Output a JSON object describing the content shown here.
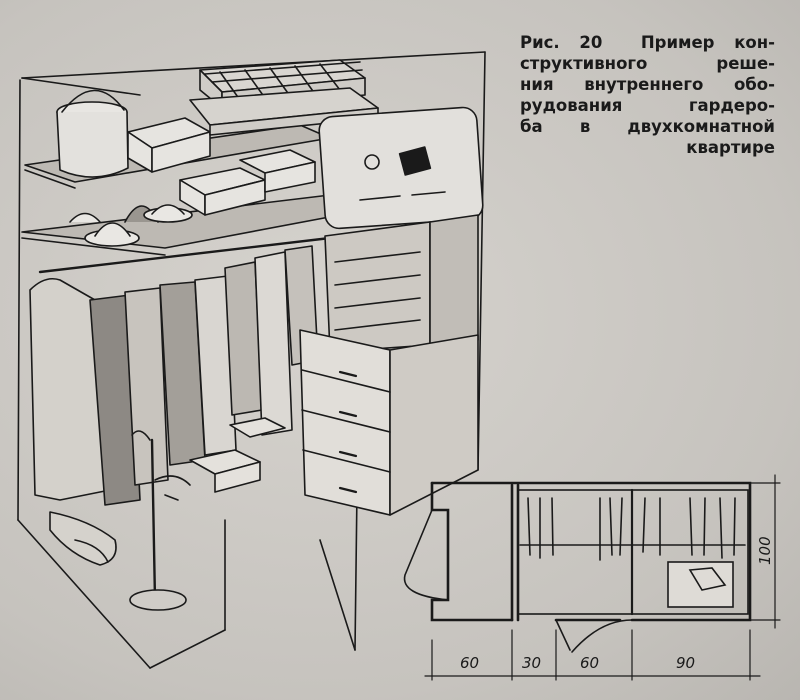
{
  "caption": {
    "label": "Рис. 20",
    "lines": [
      "Пример кон-",
      "структивного реше-",
      "ния внутреннего обо-",
      "рудования гардеро-",
      "ба в двухкомнатной",
      "квартире"
    ]
  },
  "plan": {
    "dimensions": {
      "d1": "60",
      "d2": "30",
      "d3": "60",
      "d4": "90",
      "depth": "100"
    }
  }
}
